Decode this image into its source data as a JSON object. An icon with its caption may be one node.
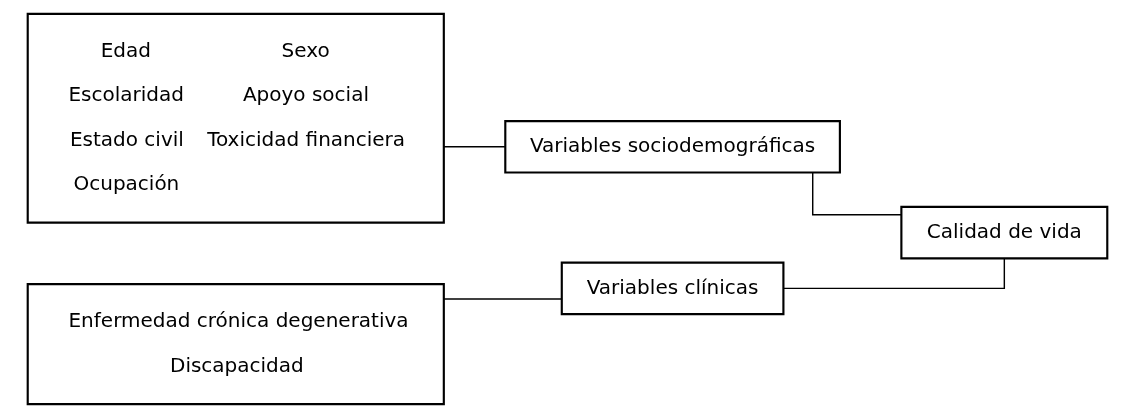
{
  "diagram": {
    "nodes": [
      {
        "text": [
          "Edad",
          "Sexo",
          "Escolaridad",
          "Apoyo social",
          "Estado civil",
          "Toxicidad financiera",
          "Ocupación"
        ]
      },
      {
        "text": [
          "Variables sociodemográficas"
        ]
      },
      {
        "text": [
          "Calidad de vida"
        ]
      },
      {
        "text": [
          "Enfermedad crónica degenerativa",
          "Discapacidad"
        ]
      },
      {
        "text": [
          "Variables clínicas"
        ]
      }
    ],
    "edges": [
      {
        "from": 0,
        "to": 1,
        "arrow": "none"
      },
      {
        "from": 1,
        "to": 2,
        "arrow": "none"
      },
      {
        "from": 3,
        "to": 4,
        "arrow": "none"
      },
      {
        "from": 4,
        "to": 2,
        "arrow": "none"
      }
    ]
  }
}
